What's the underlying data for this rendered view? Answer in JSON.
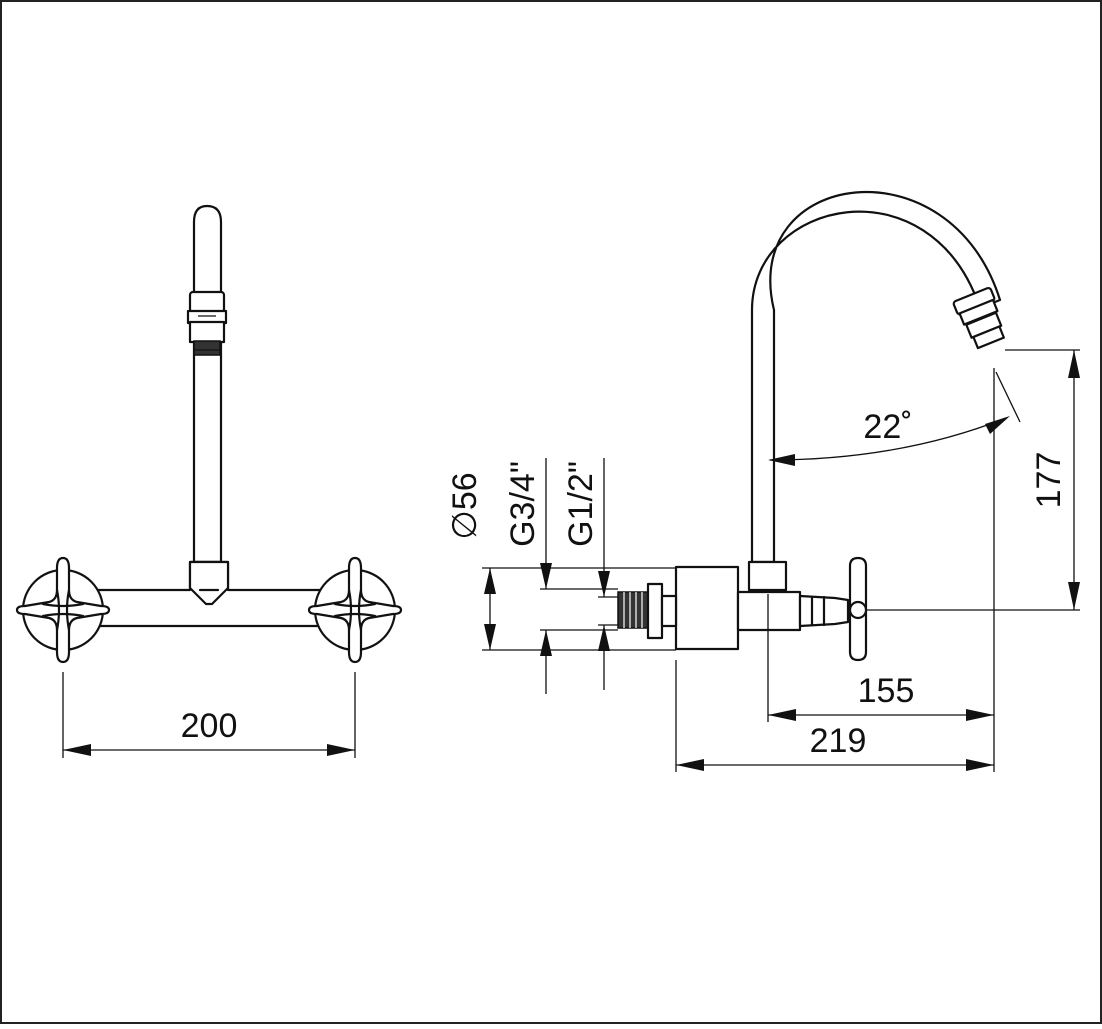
{
  "dimensions": {
    "width_200": "200",
    "depth_219": "219",
    "reach_155": "155",
    "height_177": "177",
    "angle_22": "22˚",
    "diameter_56": "∅56",
    "thread_g34": "G3/4\"",
    "thread_g12": "G1/2\""
  }
}
